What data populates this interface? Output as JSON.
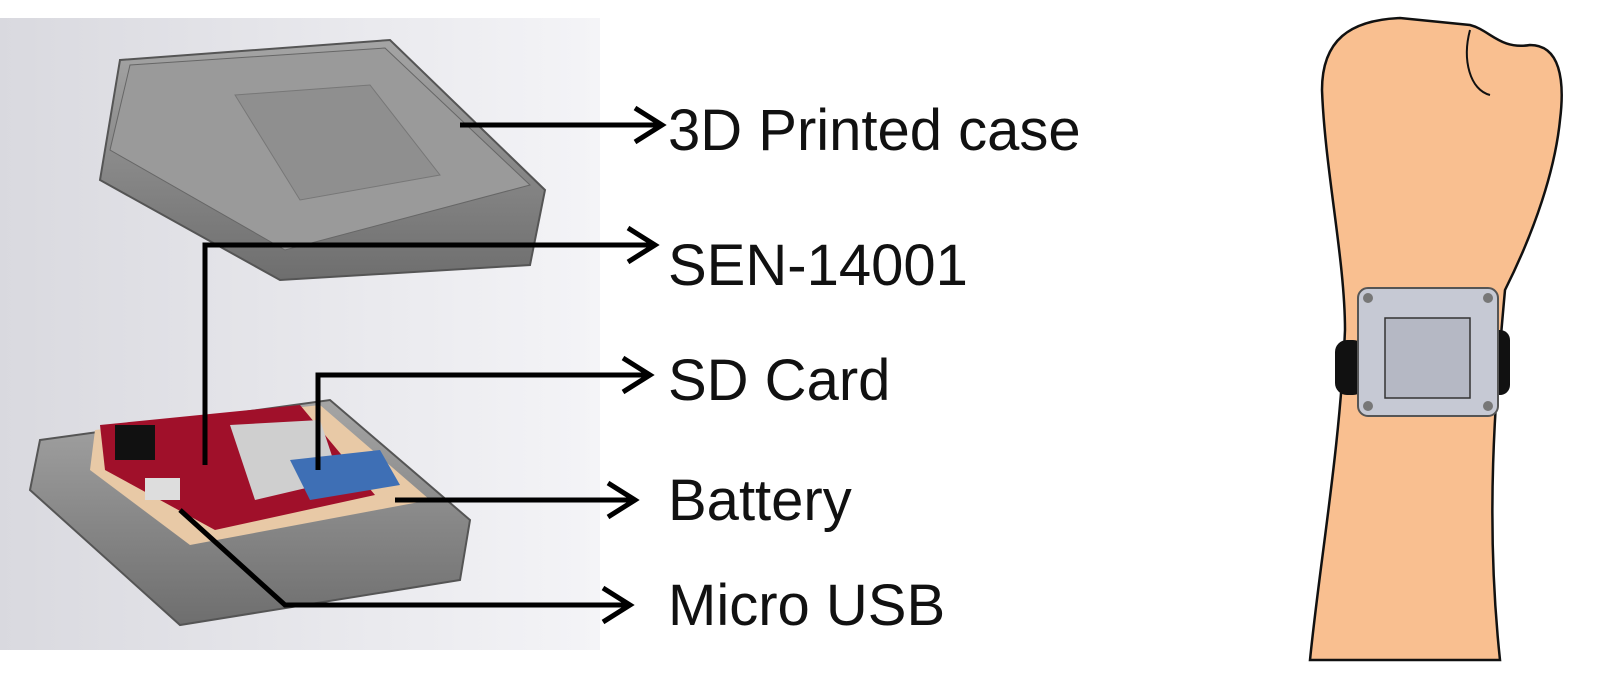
{
  "labels": {
    "case": "3D Printed case",
    "sensor": "SEN-14001",
    "sd": "SD Card",
    "battery": "Battery",
    "usb": "Micro USB"
  },
  "colors": {
    "skin": "#F9BF90",
    "case_gray": "#8a8a8a",
    "pcb_red": "#a0102a",
    "sd_blue": "#3e6fb5"
  }
}
